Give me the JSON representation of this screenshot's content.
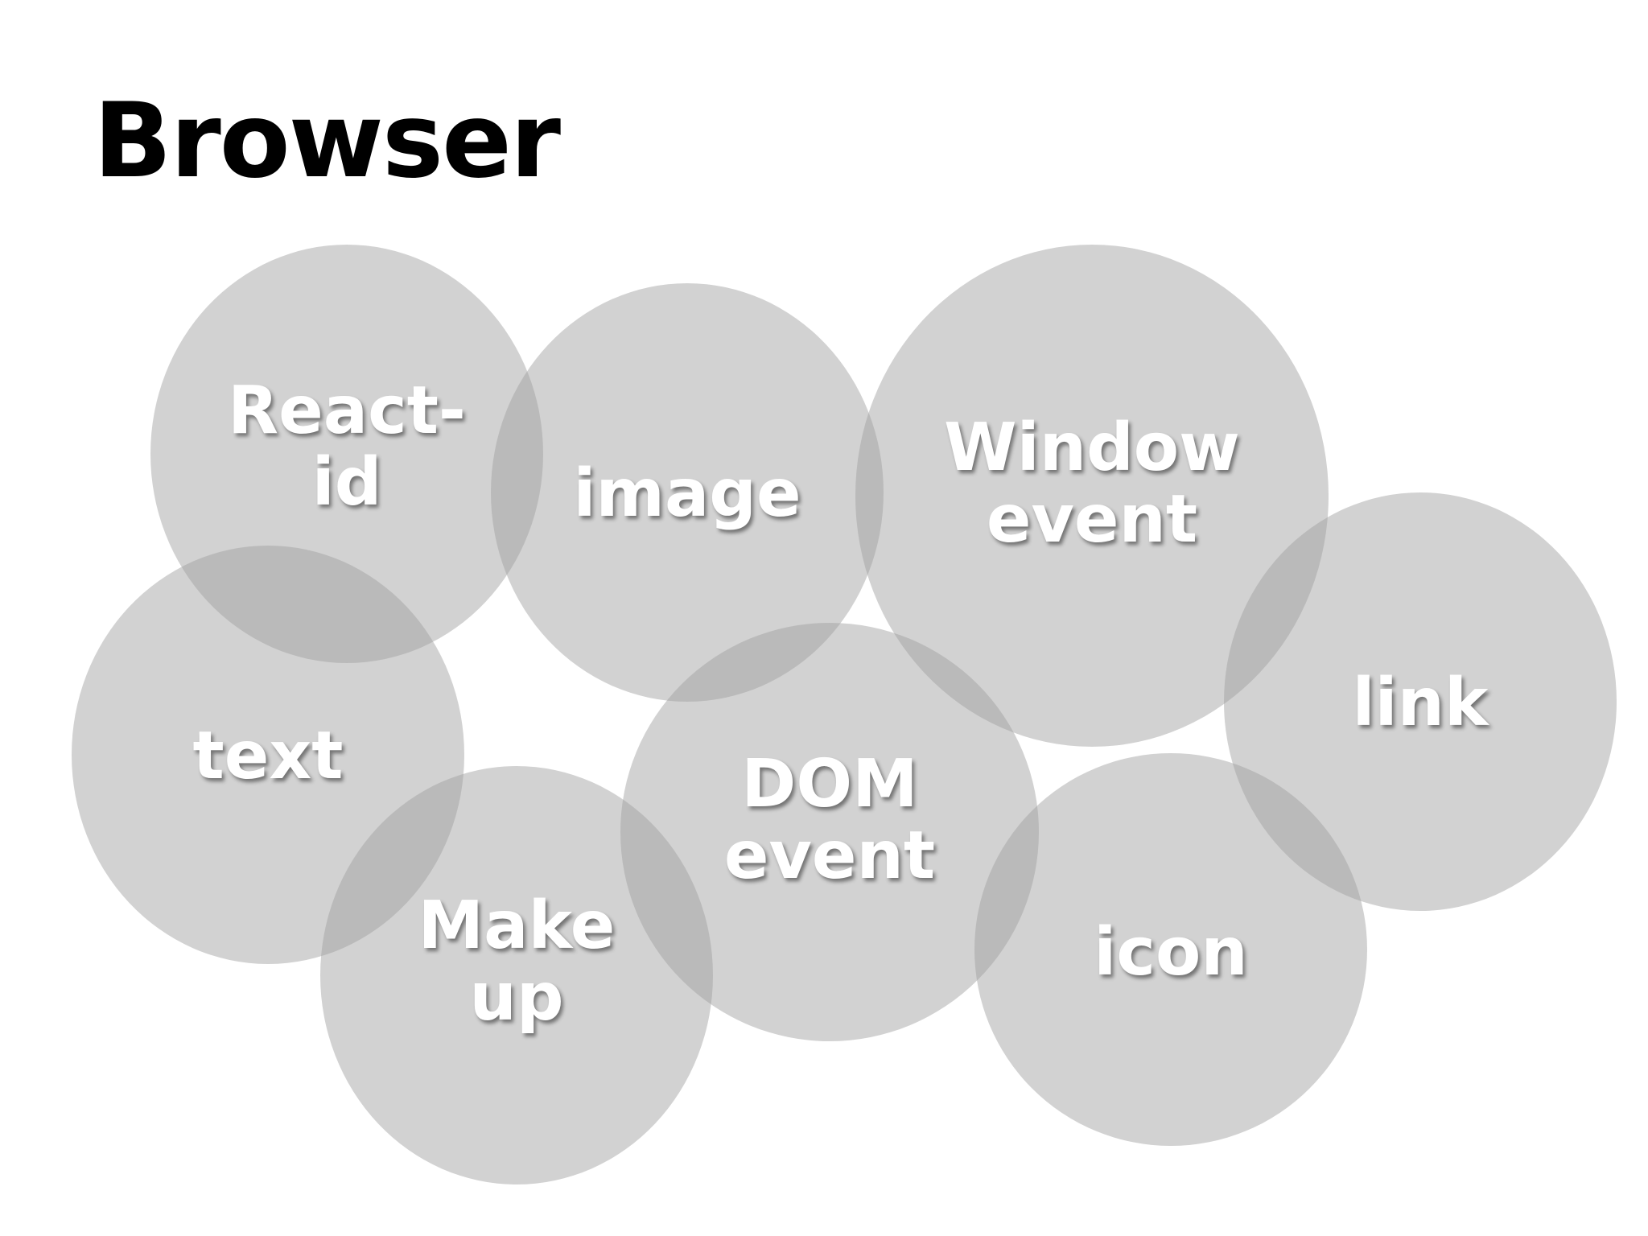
{
  "title": "Browser",
  "colors": {
    "title": "#000000",
    "bubble_fill": "#a0a0a0",
    "label": "#ffffff"
  },
  "bubbles": [
    {
      "id": "react-id",
      "label": "React-\nid"
    },
    {
      "id": "image",
      "label": "image"
    },
    {
      "id": "window-event",
      "label": "Window\nevent"
    },
    {
      "id": "text",
      "label": "text"
    },
    {
      "id": "link",
      "label": "link"
    },
    {
      "id": "dom-event",
      "label": "DOM\nevent"
    },
    {
      "id": "make-up",
      "label": "Make\nup"
    },
    {
      "id": "icon",
      "label": "icon"
    }
  ]
}
